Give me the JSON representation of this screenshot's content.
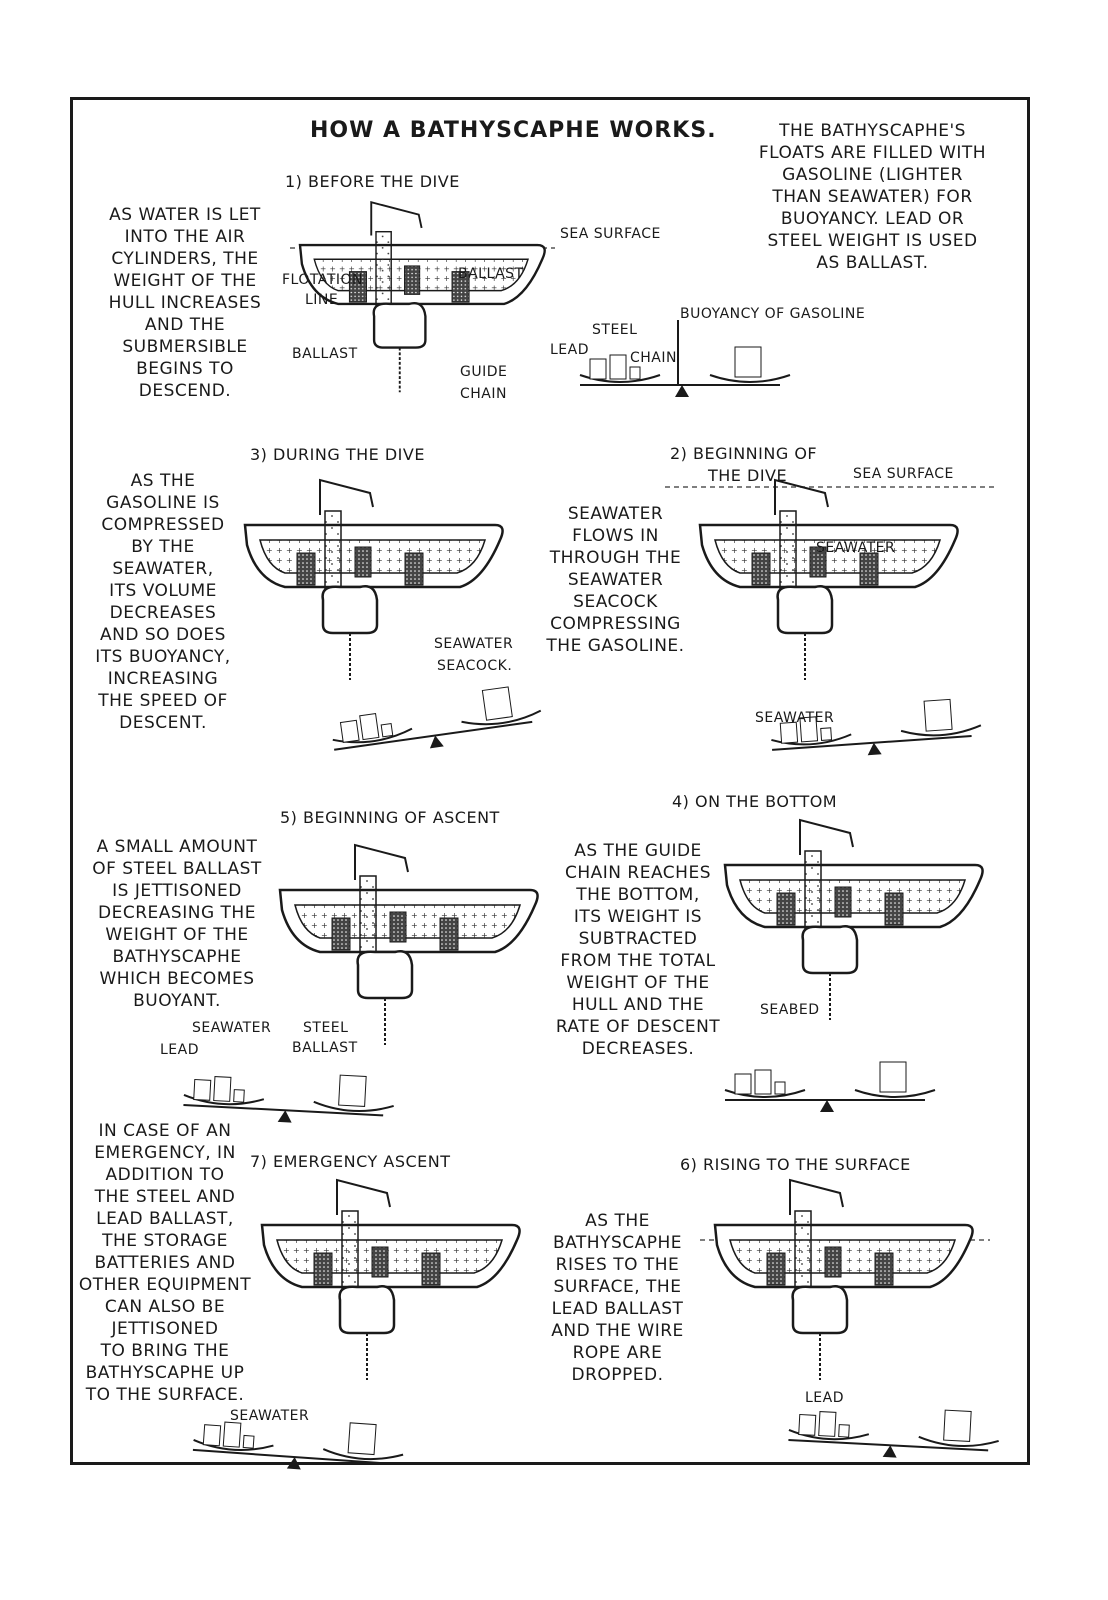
{
  "title": "HOW A BATHYSCAPHE WORKS.",
  "intro": "THE BATHYSCAPHE'S\nFLOATS ARE FILLED WITH\nGASOLINE (LIGHTER\nTHAN SEAWATER) FOR\nBUOYANCY.  LEAD OR\nSTEEL WEIGHT  IS USED\nAS BALLAST.",
  "panels": [
    {
      "heading": "1) BEFORE THE DIVE",
      "text": "AS WATER IS LET\nINTO THE AIR\nCYLINDERS, THE\nWEIGHT OF THE\nHULL INCREASES\nAND THE\nSUBMERSIBLE\nBEGINS TO\nDESCEND.",
      "labels": [
        "SEA SURFACE",
        "FLOTATION",
        "LINE",
        "BALLAST",
        "BALLAST",
        "GUIDE",
        "CHAIN",
        "BUOYANCY OF GASOLINE",
        "STEEL",
        "LEAD",
        "CHAIN"
      ]
    },
    {
      "heading": "2) BEGINNING OF",
      "heading2": "THE DIVE",
      "text": "SEAWATER\nFLOWS IN\nTHROUGH THE\nSEAWATER\nSEACOCK\nCOMPRESSING\nTHE GASOLINE.",
      "labels": [
        "SEA SURFACE",
        "SEAWATER",
        "SEAWATER"
      ]
    },
    {
      "heading": "3) DURING THE DIVE",
      "text": "AS THE\nGASOLINE IS\nCOMPRESSED\nBY THE\nSEAWATER,\nITS VOLUME\nDECREASES\nAND SO DOES\nITS BUOYANCY,\nINCREASING\nTHE SPEED OF\nDESCENT.",
      "labels": [
        "SEAWATER",
        "SEACOCK."
      ]
    },
    {
      "heading": "4) ON THE BOTTOM",
      "text": "AS THE GUIDE\nCHAIN REACHES\nTHE BOTTOM,\nITS WEIGHT IS\nSUBTRACTED\nFROM THE TOTAL\nWEIGHT OF THE\nHULL AND THE\nRATE OF DESCENT\nDECREASES.",
      "labels": [
        "SEABED"
      ]
    },
    {
      "heading": "5) BEGINNING OF ASCENT",
      "text": "A SMALL AMOUNT\nOF STEEL BALLAST\nIS JETTISONED\nDECREASING THE\nWEIGHT OF THE\nBATHYSCAPHE\nWHICH BECOMES\nBUOYANT.",
      "labels": [
        "SEAWATER",
        "STEEL",
        "BALLAST",
        "LEAD"
      ]
    },
    {
      "heading": "6) RISING TO THE SURFACE",
      "text": "AS THE\nBATHYSCAPHE\nRISES TO THE\nSURFACE, THE\nLEAD BALLAST\nAND THE WIRE\nROPE ARE\nDROPPED.",
      "labels": [
        "LEAD"
      ]
    },
    {
      "heading": "7) EMERGENCY ASCENT",
      "text": "IN CASE OF AN\nEMERGENCY, IN\nADDITION TO\nTHE STEEL AND\nLEAD BALLAST,\nTHE STORAGE\nBATTERIES AND\nOTHER EQUIPMENT\nCAN ALSO BE\nJETTISONED\nTO BRING THE\nBATHYSCAPHE UP\nTO THE SURFACE.",
      "labels": [
        "SEAWATER"
      ]
    }
  ]
}
